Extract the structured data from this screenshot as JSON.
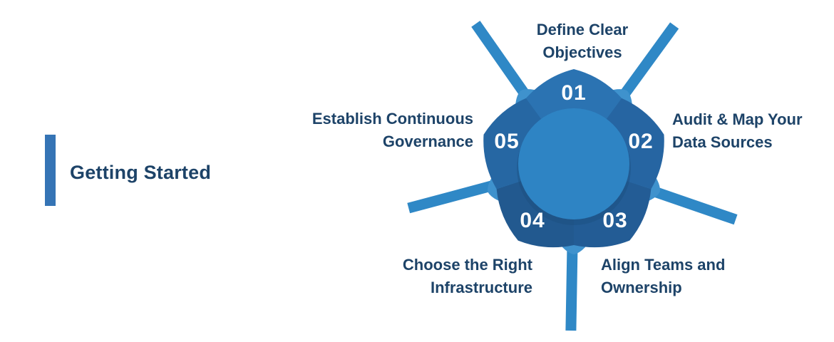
{
  "header": {
    "title": "Getting Started"
  },
  "colors": {
    "background": "#FFFFFF",
    "accent_bar": "#3574B5",
    "heading_text": "#1D4368",
    "label_text": "#1D4368",
    "number_text": "#FFFFFF",
    "center_circle": "#2E84C4",
    "circle_shadow": "#1A4A78",
    "ray": "#2F88C6",
    "back_petal": "#3F92CD",
    "petal_01": "#2B73B2",
    "petal_02": "#2665A2",
    "petal_03": "#235C95",
    "petal_04": "#22598F",
    "petal_05": "#2667A3"
  },
  "diagram": {
    "type": "circular-process-flower",
    "steps": [
      {
        "number": "01",
        "lines": [
          "Define Clear",
          "Objectives"
        ]
      },
      {
        "number": "02",
        "lines": [
          "Audit & Map Your",
          "Data Sources"
        ]
      },
      {
        "number": "03",
        "lines": [
          "Align Teams and",
          "Ownership"
        ]
      },
      {
        "number": "04",
        "lines": [
          "Choose the Right",
          "Infrastructure"
        ]
      },
      {
        "number": "05",
        "lines": [
          "Establish Continuous",
          "Governance"
        ]
      }
    ]
  }
}
